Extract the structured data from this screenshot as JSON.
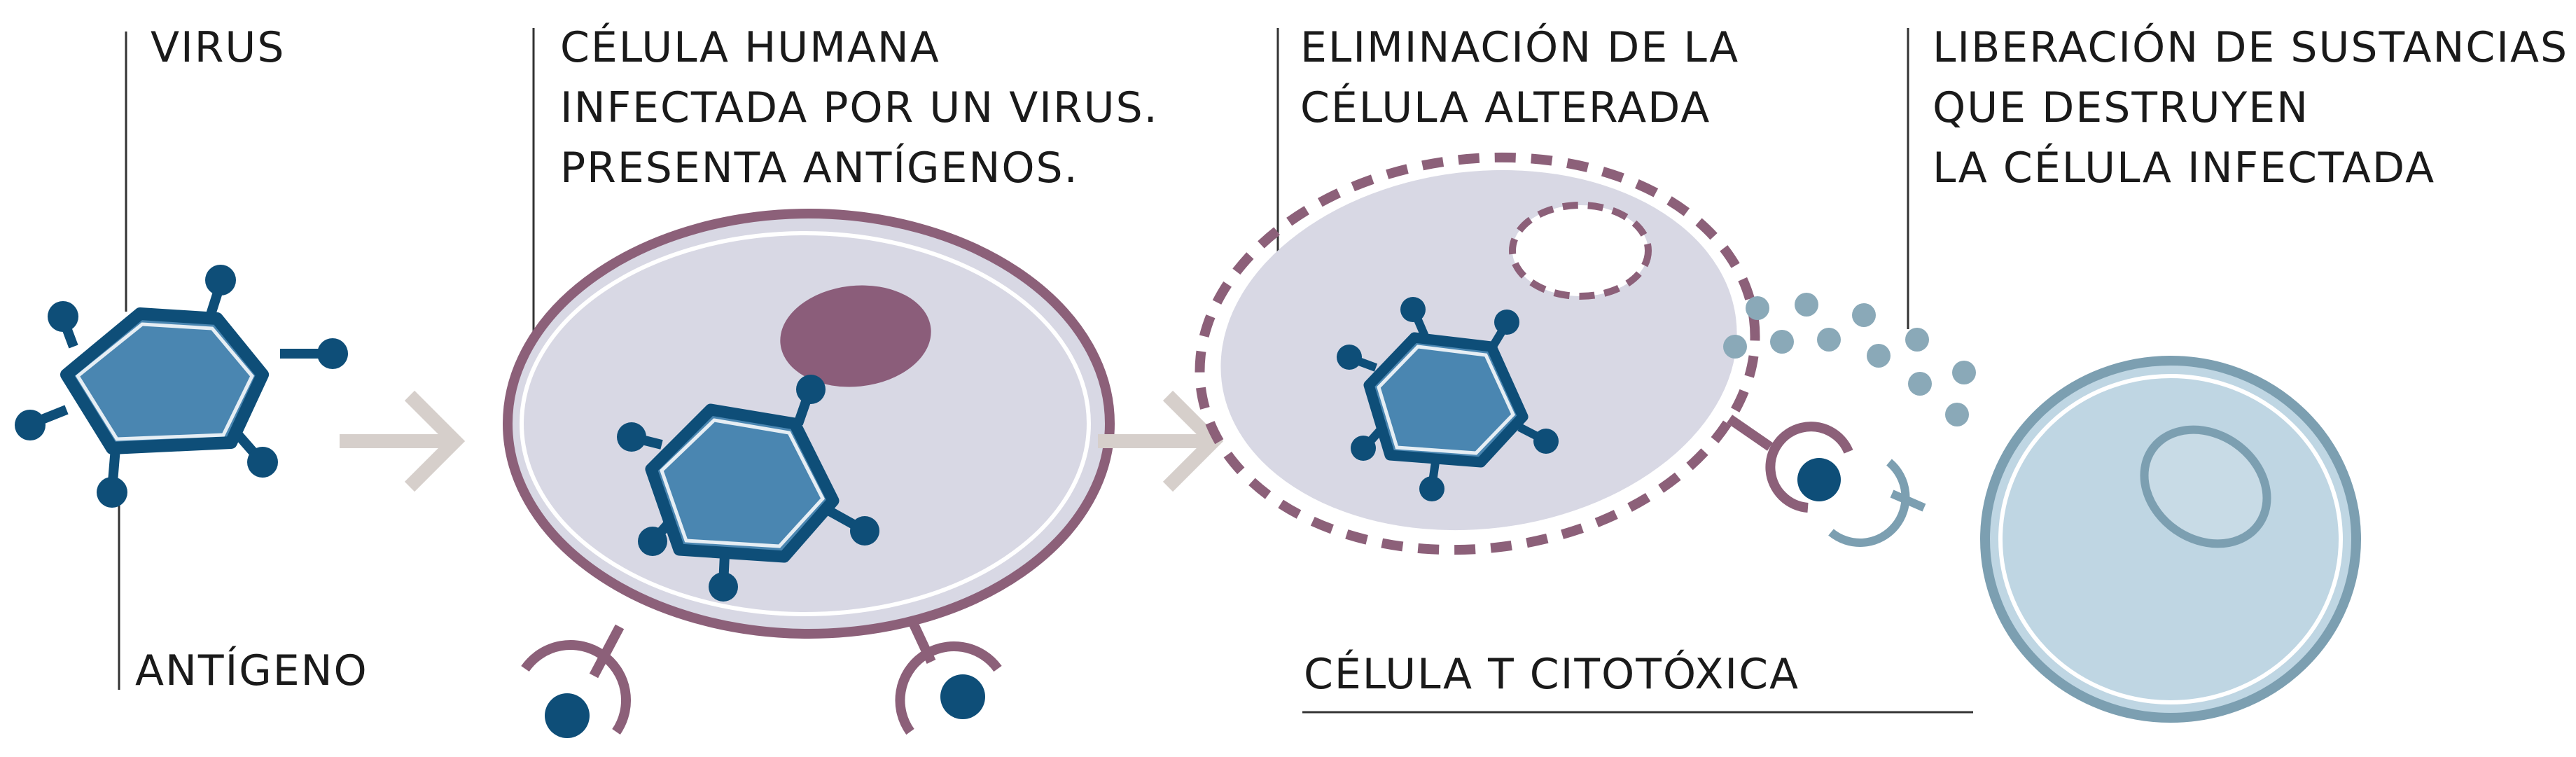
{
  "labels": {
    "virus": "VIRUS",
    "antigen": "ANTÍGENO",
    "infected_cell": [
      "CÉLULA HUMANA",
      "INFECTADA POR UN VIRUS.",
      "PRESENTA ANTÍGENOS."
    ],
    "elimination": [
      "ELIMINACIÓN DE LA",
      "CÉLULA ALTERADA"
    ],
    "release": [
      "LIBERACIÓN DE SUSTANCIAS",
      "QUE DESTRUYEN",
      "LA CÉLULA INFECTADA"
    ],
    "t_cell": "CÉLULA T CITOTÓXICA"
  },
  "colors": {
    "virus_fill": "#4a86b1",
    "virus_stroke": "#0e4e78",
    "infected_outline": "#8c6079",
    "infected_fill": "#d8d8e4",
    "nucleus": "#8b5d7a",
    "receptor_dot": "#0e4e78",
    "arrow": "#d6cfcb",
    "tcell_outline": "#7c9fb1",
    "tcell_fill": "#bfd6e3",
    "particles": "#8aa9b8",
    "leader_line": "#333333"
  }
}
